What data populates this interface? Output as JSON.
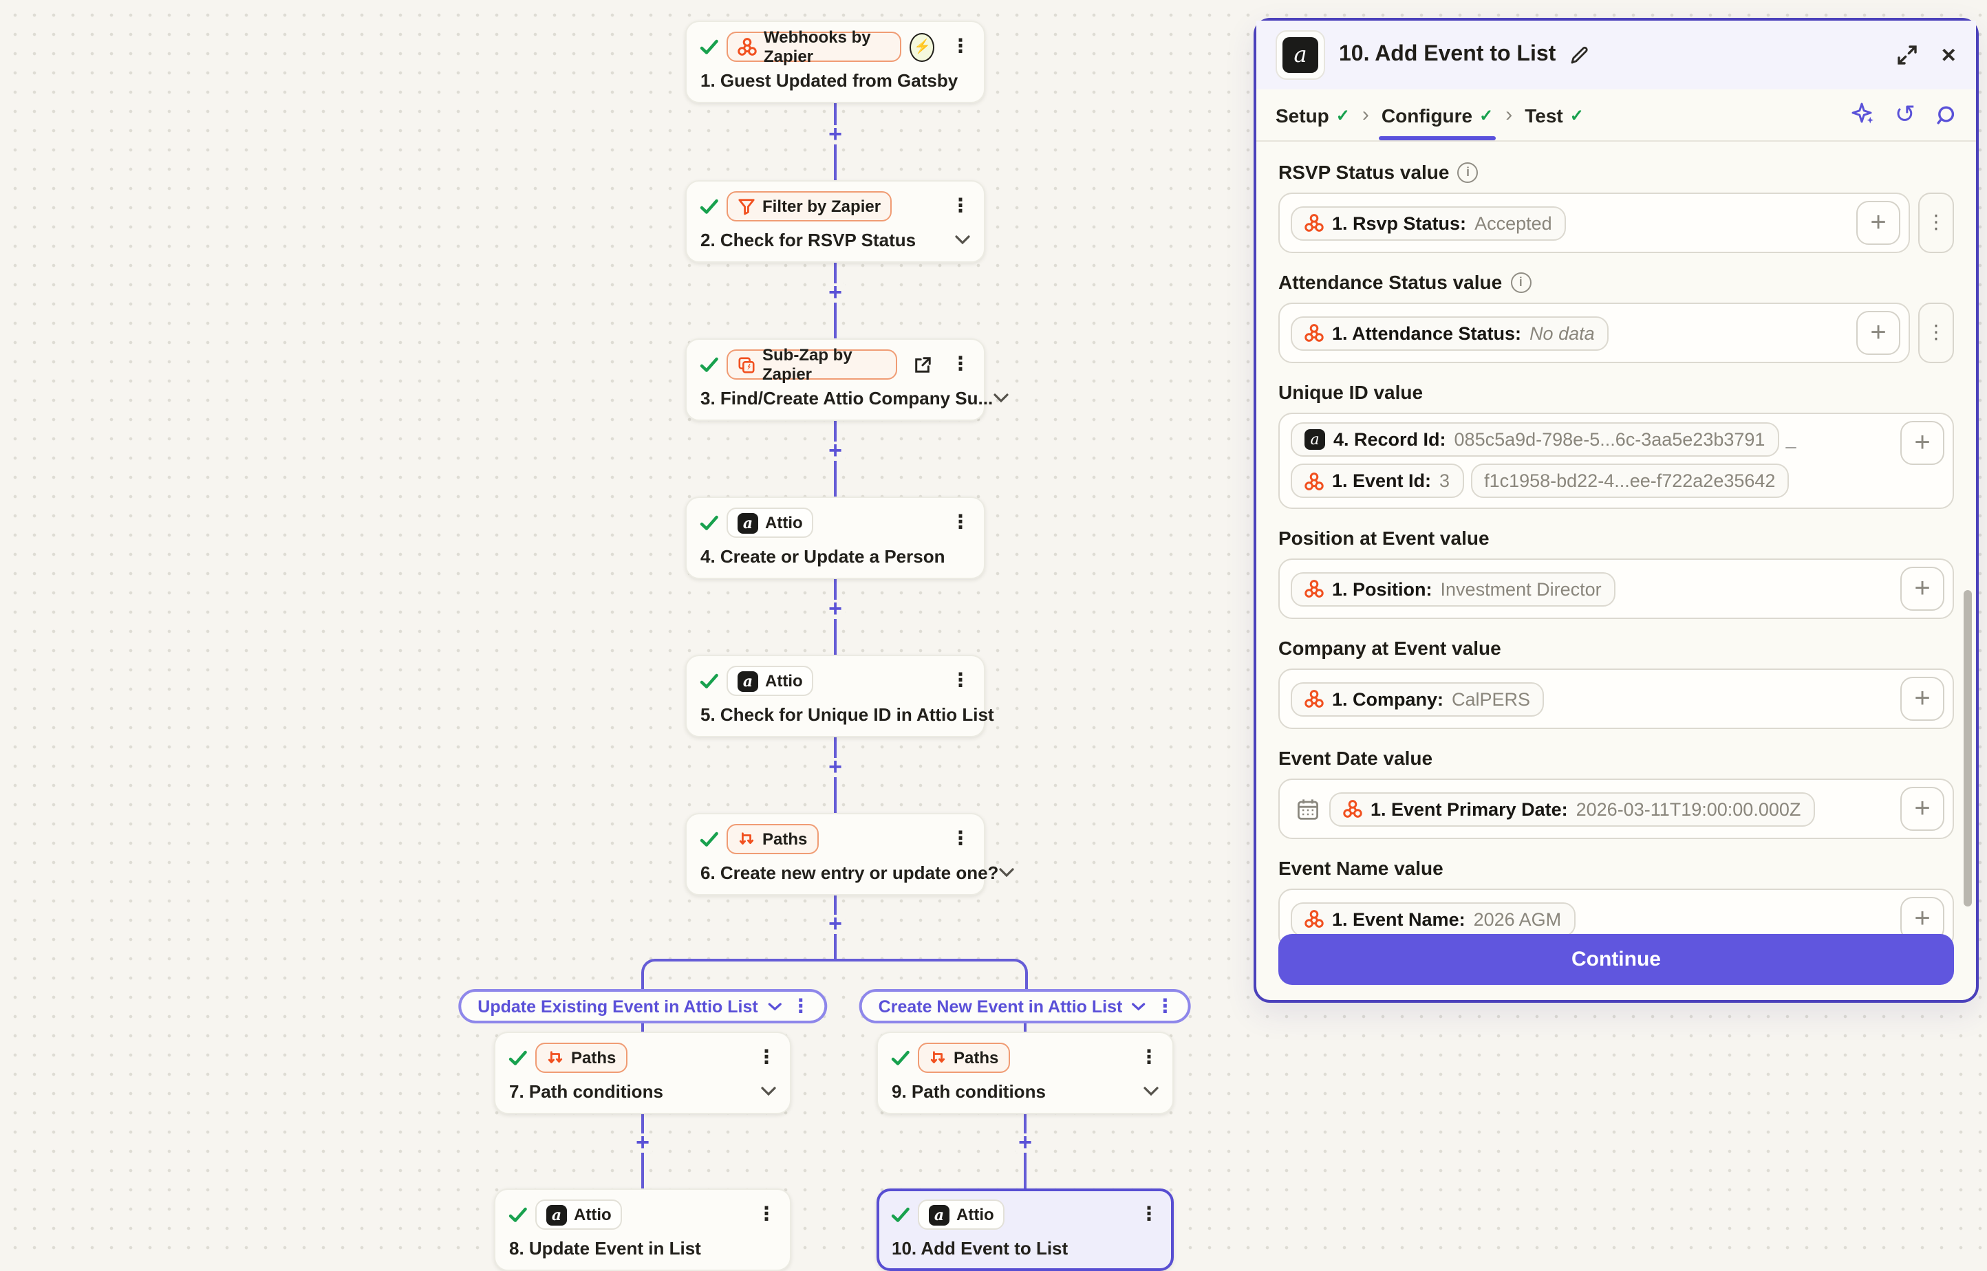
{
  "colors": {
    "canvas_bg": "#f7f5f0",
    "accent_purple": "#6056de",
    "panel_border_purple": "#4b41bb",
    "zapier_orange": "#f1501f",
    "check_green": "#18a14e",
    "selected_node_bg": "#efeefb"
  },
  "flow": {
    "nodes": [
      {
        "app": "Webhooks by Zapier",
        "title": "1. Guest Updated from Gatsby"
      },
      {
        "app": "Filter by Zapier",
        "title": "2. Check for RSVP Status"
      },
      {
        "app": "Sub-Zap by Zapier",
        "title": "3. Find/Create Attio Company Su..."
      },
      {
        "app": "Attio",
        "title": "4. Create or Update a Person"
      },
      {
        "app": "Attio",
        "title": "5. Check for Unique ID in Attio List"
      },
      {
        "app": "Paths",
        "title": "6. Create new entry or update one?"
      },
      {
        "app": "Paths",
        "title": "7. Path conditions"
      },
      {
        "app": "Attio",
        "title": "8. Update Event in List"
      },
      {
        "app": "Paths",
        "title": "9. Path conditions"
      },
      {
        "app": "Attio",
        "title": "10. Add Event to List"
      }
    ],
    "branches": {
      "left": "Update Existing Event in Attio List",
      "right": "Create New Event in Attio List"
    }
  },
  "panel": {
    "title": "10. Add Event to List",
    "tabs": [
      {
        "label": "Setup"
      },
      {
        "label": "Configure"
      },
      {
        "label": "Test"
      }
    ],
    "fields": {
      "rsvp": {
        "label": "RSVP Status value",
        "token_label": "1. Rsvp Status:",
        "token_value": "Accepted"
      },
      "attendance": {
        "label": "Attendance Status value",
        "token_label": "1. Attendance Status:",
        "token_value": "No data"
      },
      "unique": {
        "label": "Unique ID value",
        "token1_label": "4. Record Id:",
        "token1_value": "085c5a9d-798e-5...6c-3aa5e23b3791",
        "separator": "_",
        "token2_label": "1. Event Id:",
        "token2_value_line1": "3",
        "token2_value_line2": "f1c1958-bd22-4...ee-f722a2e35642"
      },
      "position": {
        "label": "Position at Event value",
        "token_label": "1. Position:",
        "token_value": "Investment Director"
      },
      "company": {
        "label": "Company at Event value",
        "token_label": "1. Company:",
        "token_value": "CalPERS"
      },
      "event_date": {
        "label": "Event Date value",
        "token_label": "1. Event Primary Date:",
        "token_value": "2026-03-11T19:00:00.000Z"
      },
      "event_name": {
        "label": "Event Name value",
        "token_label": "1. Event Name:",
        "token_value": "2026 AGM"
      }
    },
    "continue_label": "Continue"
  }
}
